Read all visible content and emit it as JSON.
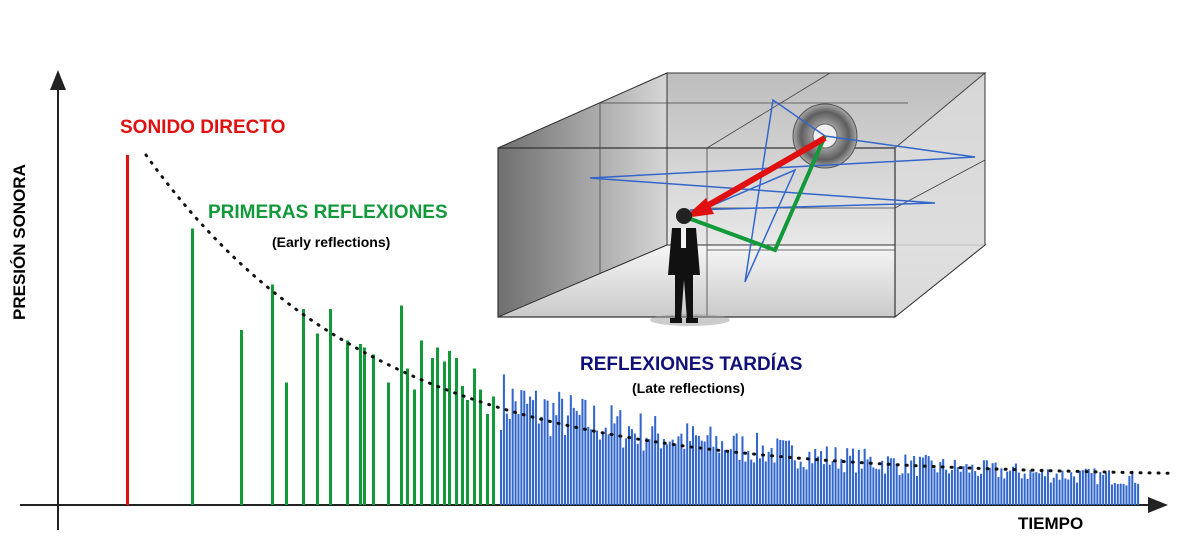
{
  "labels": {
    "direct": "SONIDO DIRECTO",
    "early": "PRIMERAS REFLEXIONES",
    "early_sub": "(Early reflections)",
    "late": "REFLEXIONES TARDÍAS",
    "late_sub": "(Late reflections)",
    "x_axis": "TIEMPO",
    "y_axis": "PRESIÓN SONORA"
  },
  "colors": {
    "direct": "#e01010",
    "early": "#12993a",
    "late": "#3366cc",
    "late_label": "#10107a",
    "axis": "#222222",
    "envelope": "#111111"
  },
  "icons": {
    "room": "room-box",
    "speaker": "speaker-icon",
    "listener": "person-with-microphone"
  },
  "chart_data": {
    "type": "bar",
    "series": [
      {
        "key": "direct",
        "count": 1,
        "values": [
          1.0
        ]
      },
      {
        "key": "early",
        "count": 27,
        "values": [
          0.79,
          0.5,
          0.63,
          0.35,
          0.56,
          0.49,
          0.56,
          0.47,
          0.46,
          0.45,
          0.43,
          0.35,
          0.57,
          0.39,
          0.33,
          0.47,
          0.42,
          0.45,
          0.41,
          0.44,
          0.42,
          0.34,
          0.3,
          0.39,
          0.33,
          0.26,
          0.31
        ]
      },
      {
        "key": "late",
        "count": 220
      }
    ]
  }
}
